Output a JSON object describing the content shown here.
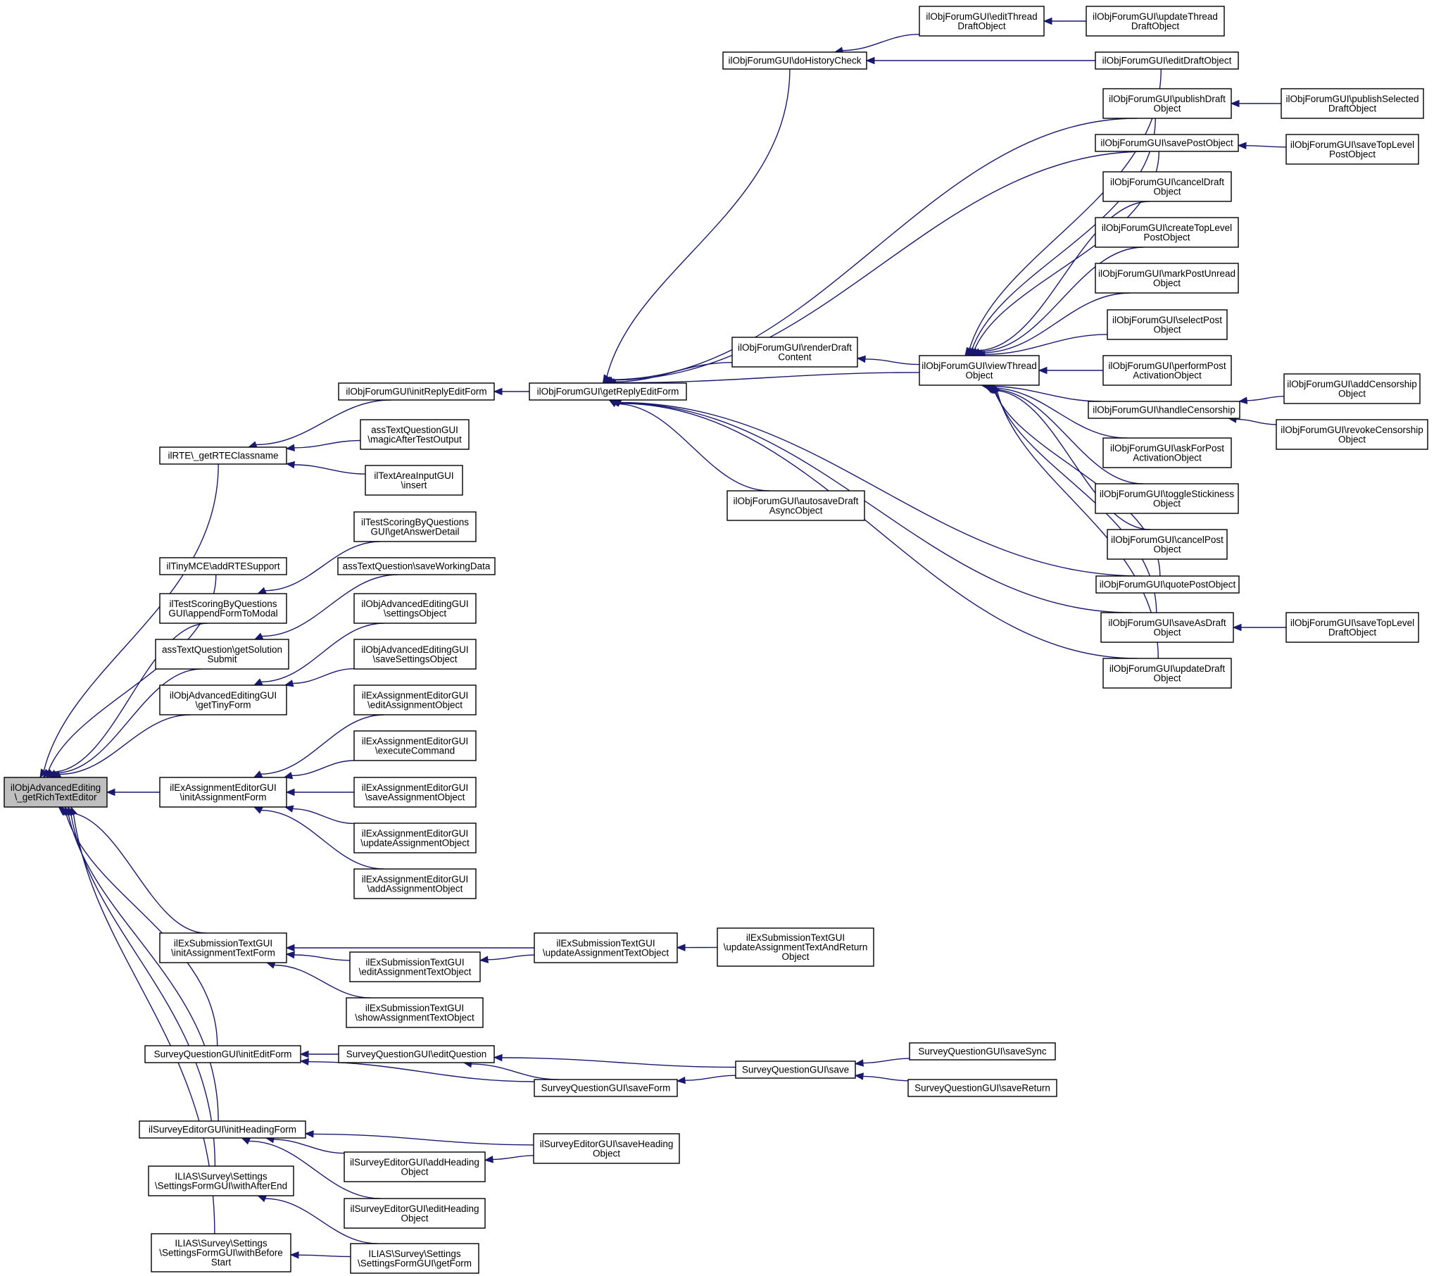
{
  "diagram": {
    "kind": "doxygen-caller-graph",
    "colors": {
      "edge": "#191970",
      "root_fill": "#bfbfbf",
      "node_fill": "#ffffff",
      "node_border": "#000000"
    },
    "nodes": [
      {
        "id": "n0",
        "lines": [
          "ilObjAdvancedEditing",
          "\\_getRichTextEditor"
        ],
        "root": true
      },
      {
        "id": "n1",
        "lines": [
          "ilRTE\\_getRTEClassname"
        ]
      },
      {
        "id": "n2",
        "lines": [
          "ilTinyMCE\\addRTESupport"
        ]
      },
      {
        "id": "n3",
        "lines": [
          "ilTestScoringByQuestions",
          "GUI\\appendFormToModal"
        ]
      },
      {
        "id": "n4",
        "lines": [
          "assTextQuestion\\getSolution",
          "Submit"
        ]
      },
      {
        "id": "n5",
        "lines": [
          "ilObjAdvancedEditingGUI",
          "\\getTinyForm"
        ]
      },
      {
        "id": "n6",
        "lines": [
          "ilExAssignmentEditorGUI",
          "\\initAssignmentForm"
        ]
      },
      {
        "id": "n7",
        "lines": [
          "ilExSubmissionTextGUI",
          "\\initAssignmentTextForm"
        ]
      },
      {
        "id": "n8",
        "lines": [
          "SurveyQuestionGUI\\initEditForm"
        ]
      },
      {
        "id": "n9",
        "lines": [
          "ilSurveyEditorGUI\\initHeadingForm"
        ]
      },
      {
        "id": "n10",
        "lines": [
          "ILIAS\\Survey\\Settings",
          "\\SettingsFormGUI\\withAfterEnd"
        ]
      },
      {
        "id": "n11",
        "lines": [
          "ILIAS\\Survey\\Settings",
          "\\SettingsFormGUI\\withBefore",
          "Start"
        ]
      },
      {
        "id": "n12",
        "lines": [
          "ilObjForumGUI\\initReplyEditForm"
        ]
      },
      {
        "id": "n13",
        "lines": [
          "assTextQuestionGUI",
          "\\magicAfterTestOutput"
        ]
      },
      {
        "id": "n14",
        "lines": [
          "ilTextAreaInputGUI",
          "\\insert"
        ]
      },
      {
        "id": "n15",
        "lines": [
          "ilTestScoringByQuestions",
          "GUI\\getAnswerDetail"
        ]
      },
      {
        "id": "n16",
        "lines": [
          "assTextQuestion\\saveWorkingData"
        ]
      },
      {
        "id": "n17",
        "lines": [
          "ilObjAdvancedEditingGUI",
          "\\settingsObject"
        ]
      },
      {
        "id": "n18",
        "lines": [
          "ilObjAdvancedEditingGUI",
          "\\saveSettingsObject"
        ]
      },
      {
        "id": "n19",
        "lines": [
          "ilExAssignmentEditorGUI",
          "\\editAssignmentObject"
        ]
      },
      {
        "id": "n20",
        "lines": [
          "ilExAssignmentEditorGUI",
          "\\executeCommand"
        ]
      },
      {
        "id": "n21",
        "lines": [
          "ilExAssignmentEditorGUI",
          "\\saveAssignmentObject"
        ]
      },
      {
        "id": "n22",
        "lines": [
          "ilExAssignmentEditorGUI",
          "\\updateAssignmentObject"
        ]
      },
      {
        "id": "n23",
        "lines": [
          "ilExAssignmentEditorGUI",
          "\\addAssignmentObject"
        ]
      },
      {
        "id": "n24",
        "lines": [
          "ilExSubmissionTextGUI",
          "\\editAssignmentTextObject"
        ]
      },
      {
        "id": "n25",
        "lines": [
          "ilExSubmissionTextGUI",
          "\\showAssignmentTextObject"
        ]
      },
      {
        "id": "n26",
        "lines": [
          "ilExSubmissionTextGUI",
          "\\updateAssignmentTextObject"
        ]
      },
      {
        "id": "n27",
        "lines": [
          "ilExSubmissionTextGUI",
          "\\updateAssignmentTextAndReturn",
          "Object"
        ]
      },
      {
        "id": "n28",
        "lines": [
          "SurveyQuestionGUI\\editQuestion"
        ]
      },
      {
        "id": "n29",
        "lines": [
          "SurveyQuestionGUI\\saveForm"
        ]
      },
      {
        "id": "n30",
        "lines": [
          "SurveyQuestionGUI\\save"
        ]
      },
      {
        "id": "n31",
        "lines": [
          "SurveyQuestionGUI\\saveSync"
        ]
      },
      {
        "id": "n32",
        "lines": [
          "SurveyQuestionGUI\\saveReturn"
        ]
      },
      {
        "id": "n33",
        "lines": [
          "ilSurveyEditorGUI\\addHeading",
          "Object"
        ]
      },
      {
        "id": "n34",
        "lines": [
          "ilSurveyEditorGUI\\editHeading",
          "Object"
        ]
      },
      {
        "id": "n35",
        "lines": [
          "ilSurveyEditorGUI\\saveHeading",
          "Object"
        ]
      },
      {
        "id": "n36",
        "lines": [
          "ILIAS\\Survey\\Settings",
          "\\SettingsFormGUI\\getForm"
        ]
      },
      {
        "id": "n37",
        "lines": [
          "ilObjForumGUI\\getReplyEditForm"
        ]
      },
      {
        "id": "n38",
        "lines": [
          "ilObjForumGUI\\doHistoryCheck"
        ]
      },
      {
        "id": "n39",
        "lines": [
          "ilObjForumGUI\\renderDraft",
          "Content"
        ]
      },
      {
        "id": "n40",
        "lines": [
          "ilObjForumGUI\\autosaveDraft",
          "AsyncObject"
        ]
      },
      {
        "id": "n41",
        "lines": [
          "ilObjForumGUI\\viewThread",
          "Object"
        ]
      },
      {
        "id": "n42",
        "lines": [
          "ilObjForumGUI\\editThread",
          "DraftObject"
        ]
      },
      {
        "id": "n43",
        "lines": [
          "ilObjForumGUI\\updateThread",
          "DraftObject"
        ]
      },
      {
        "id": "n44",
        "lines": [
          "ilObjForumGUI\\editDraftObject"
        ]
      },
      {
        "id": "n45",
        "lines": [
          "ilObjForumGUI\\publishDraft",
          "Object"
        ]
      },
      {
        "id": "n46",
        "lines": [
          "ilObjForumGUI\\publishSelected",
          "DraftObject"
        ]
      },
      {
        "id": "n47",
        "lines": [
          "ilObjForumGUI\\savePostObject"
        ]
      },
      {
        "id": "n48",
        "lines": [
          "ilObjForumGUI\\saveTopLevel",
          "PostObject"
        ]
      },
      {
        "id": "n49",
        "lines": [
          "ilObjForumGUI\\cancelDraft",
          "Object"
        ]
      },
      {
        "id": "n50",
        "lines": [
          "ilObjForumGUI\\createTopLevel",
          "PostObject"
        ]
      },
      {
        "id": "n51",
        "lines": [
          "ilObjForumGUI\\markPostUnread",
          "Object"
        ]
      },
      {
        "id": "n52",
        "lines": [
          "ilObjForumGUI\\selectPost",
          "Object"
        ]
      },
      {
        "id": "n53",
        "lines": [
          "ilObjForumGUI\\performPost",
          "ActivationObject"
        ]
      },
      {
        "id": "n54",
        "lines": [
          "ilObjForumGUI\\handleCensorship"
        ]
      },
      {
        "id": "n55",
        "lines": [
          "ilObjForumGUI\\addCensorship",
          "Object"
        ]
      },
      {
        "id": "n56",
        "lines": [
          "ilObjForumGUI\\revokeCensorship",
          "Object"
        ]
      },
      {
        "id": "n57",
        "lines": [
          "ilObjForumGUI\\askForPost",
          "ActivationObject"
        ]
      },
      {
        "id": "n58",
        "lines": [
          "ilObjForumGUI\\toggleStickiness",
          "Object"
        ]
      },
      {
        "id": "n59",
        "lines": [
          "ilObjForumGUI\\cancelPost",
          "Object"
        ]
      },
      {
        "id": "n60",
        "lines": [
          "ilObjForumGUI\\quotePostObject"
        ]
      },
      {
        "id": "n61",
        "lines": [
          "ilObjForumGUI\\saveAsDraft",
          "Object"
        ]
      },
      {
        "id": "n62",
        "lines": [
          "ilObjForumGUI\\saveTopLevel",
          "DraftObject"
        ]
      },
      {
        "id": "n63",
        "lines": [
          "ilObjForumGUI\\updateDraft",
          "Object"
        ]
      }
    ],
    "edges": [
      [
        "n1",
        "n0"
      ],
      [
        "n2",
        "n0"
      ],
      [
        "n3",
        "n0"
      ],
      [
        "n4",
        "n0"
      ],
      [
        "n5",
        "n0"
      ],
      [
        "n6",
        "n0"
      ],
      [
        "n7",
        "n0"
      ],
      [
        "n8",
        "n0"
      ],
      [
        "n9",
        "n0"
      ],
      [
        "n10",
        "n0"
      ],
      [
        "n11",
        "n0"
      ],
      [
        "n12",
        "n1"
      ],
      [
        "n13",
        "n1"
      ],
      [
        "n14",
        "n1"
      ],
      [
        "n15",
        "n3"
      ],
      [
        "n16",
        "n4"
      ],
      [
        "n17",
        "n5"
      ],
      [
        "n18",
        "n5"
      ],
      [
        "n19",
        "n6"
      ],
      [
        "n20",
        "n6"
      ],
      [
        "n21",
        "n6"
      ],
      [
        "n22",
        "n6"
      ],
      [
        "n23",
        "n6"
      ],
      [
        "n26",
        "n7"
      ],
      [
        "n24",
        "n7"
      ],
      [
        "n25",
        "n7"
      ],
      [
        "n26",
        "n24"
      ],
      [
        "n27",
        "n26"
      ],
      [
        "n28",
        "n8"
      ],
      [
        "n29",
        "n8"
      ],
      [
        "n30",
        "n28"
      ],
      [
        "n29",
        "n28"
      ],
      [
        "n30",
        "n29"
      ],
      [
        "n31",
        "n30"
      ],
      [
        "n32",
        "n30"
      ],
      [
        "n35",
        "n9"
      ],
      [
        "n33",
        "n9"
      ],
      [
        "n34",
        "n9"
      ],
      [
        "n35",
        "n33"
      ],
      [
        "n36",
        "n10"
      ],
      [
        "n36",
        "n11"
      ],
      [
        "n37",
        "n12"
      ],
      [
        "n38",
        "n37"
      ],
      [
        "n45",
        "n37"
      ],
      [
        "n47",
        "n37"
      ],
      [
        "n39",
        "n37"
      ],
      [
        "n41",
        "n37"
      ],
      [
        "n40",
        "n37"
      ],
      [
        "n60",
        "n37"
      ],
      [
        "n61",
        "n37"
      ],
      [
        "n63",
        "n37"
      ],
      [
        "n42",
        "n38"
      ],
      [
        "n44",
        "n38"
      ],
      [
        "n43",
        "n42"
      ],
      [
        "n41",
        "n39"
      ],
      [
        "n44",
        "n41"
      ],
      [
        "n45",
        "n41"
      ],
      [
        "n47",
        "n41"
      ],
      [
        "n49",
        "n41"
      ],
      [
        "n50",
        "n41"
      ],
      [
        "n51",
        "n41"
      ],
      [
        "n52",
        "n41"
      ],
      [
        "n53",
        "n41"
      ],
      [
        "n54",
        "n41"
      ],
      [
        "n57",
        "n41"
      ],
      [
        "n58",
        "n41"
      ],
      [
        "n59",
        "n41"
      ],
      [
        "n60",
        "n41"
      ],
      [
        "n61",
        "n41"
      ],
      [
        "n63",
        "n41"
      ],
      [
        "n46",
        "n45"
      ],
      [
        "n48",
        "n47"
      ],
      [
        "n55",
        "n54"
      ],
      [
        "n56",
        "n54"
      ],
      [
        "n62",
        "n61"
      ]
    ]
  }
}
